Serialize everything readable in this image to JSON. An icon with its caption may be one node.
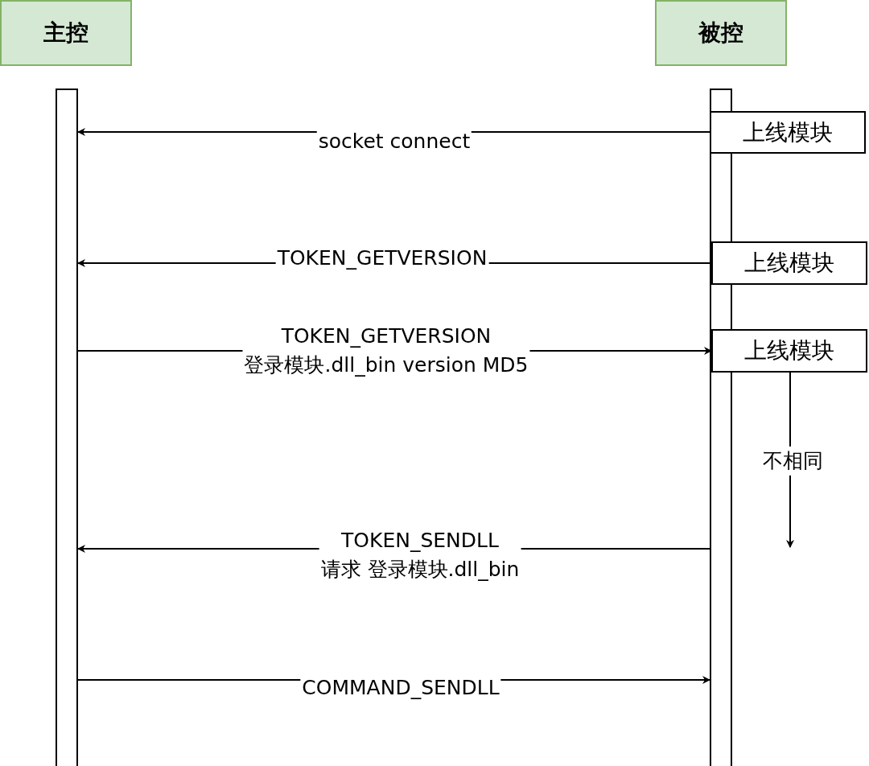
{
  "diagram": {
    "nodes": [
      {
        "text": [
          "主控"
        ]
      },
      {
        "text": [
          "被控"
        ]
      },
      {
        "text": [],
        "shape": "bar"
      },
      {
        "text": [],
        "shape": "bar"
      },
      {
        "text": [
          "上线模块"
        ]
      },
      {
        "text": [
          "上线模块"
        ]
      },
      {
        "text": [
          "上线模块"
        ]
      }
    ],
    "edges": [
      {
        "from": 3,
        "to": 2,
        "arrow": "to",
        "label": "socket connect"
      },
      {
        "from": 5,
        "to": 2,
        "arrow": "to",
        "label": "TOKEN_GETVERSION"
      },
      {
        "from": 2,
        "to": 6,
        "arrow": "to",
        "label": "TOKEN_GETVERSION 登录模块.dll_bin version MD5"
      },
      {
        "from": 6,
        "to": null,
        "arrow": "to",
        "label": "不相同"
      },
      {
        "from": 3,
        "to": 2,
        "arrow": "to",
        "label": "TOKEN_SENDLL 请求 登录模块.dll_bin"
      },
      {
        "from": 2,
        "to": 3,
        "arrow": "to",
        "label": "COMMAND_SENDLL"
      }
    ]
  }
}
